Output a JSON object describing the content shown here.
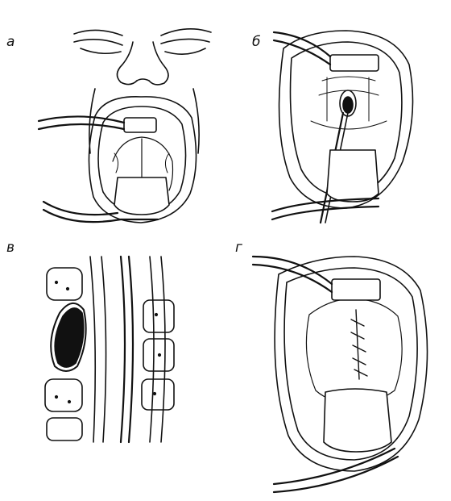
{
  "panels": [
    {
      "id": "a",
      "label": "а"
    },
    {
      "id": "b",
      "label": "б"
    },
    {
      "id": "v",
      "label": "в"
    },
    {
      "id": "g",
      "label": "г"
    }
  ],
  "colors": {
    "ink": "#111111",
    "background": "#ffffff"
  }
}
